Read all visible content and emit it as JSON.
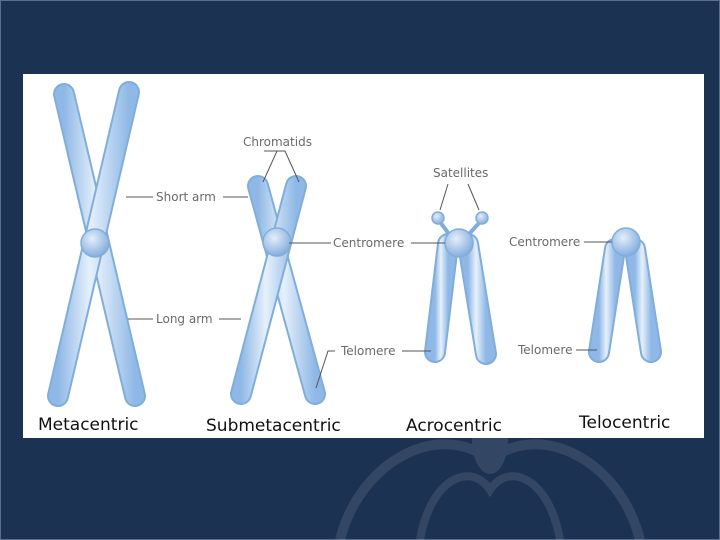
{
  "labels": {
    "chromatids": "Chromatids",
    "short_arm": "Short arm",
    "long_arm": "Long arm",
    "centromere_1": "Centromere",
    "telomere_1": "Telomere",
    "satellites": "Satellites",
    "centromere_2": "Centromere",
    "telomere_2": "Telomere"
  },
  "types": {
    "metacentric": "Metacentric",
    "submetacentric": "Submetacentric",
    "acrocentric": "Acrocentric",
    "telocentric": "Telocentric"
  },
  "colors": {
    "background": "#1b3252",
    "chromosome_fill": "#bcd5f0",
    "chromosome_edge": "#7faedc",
    "centromere_fill": "#9cc1ea",
    "leader_line": "#555555"
  }
}
